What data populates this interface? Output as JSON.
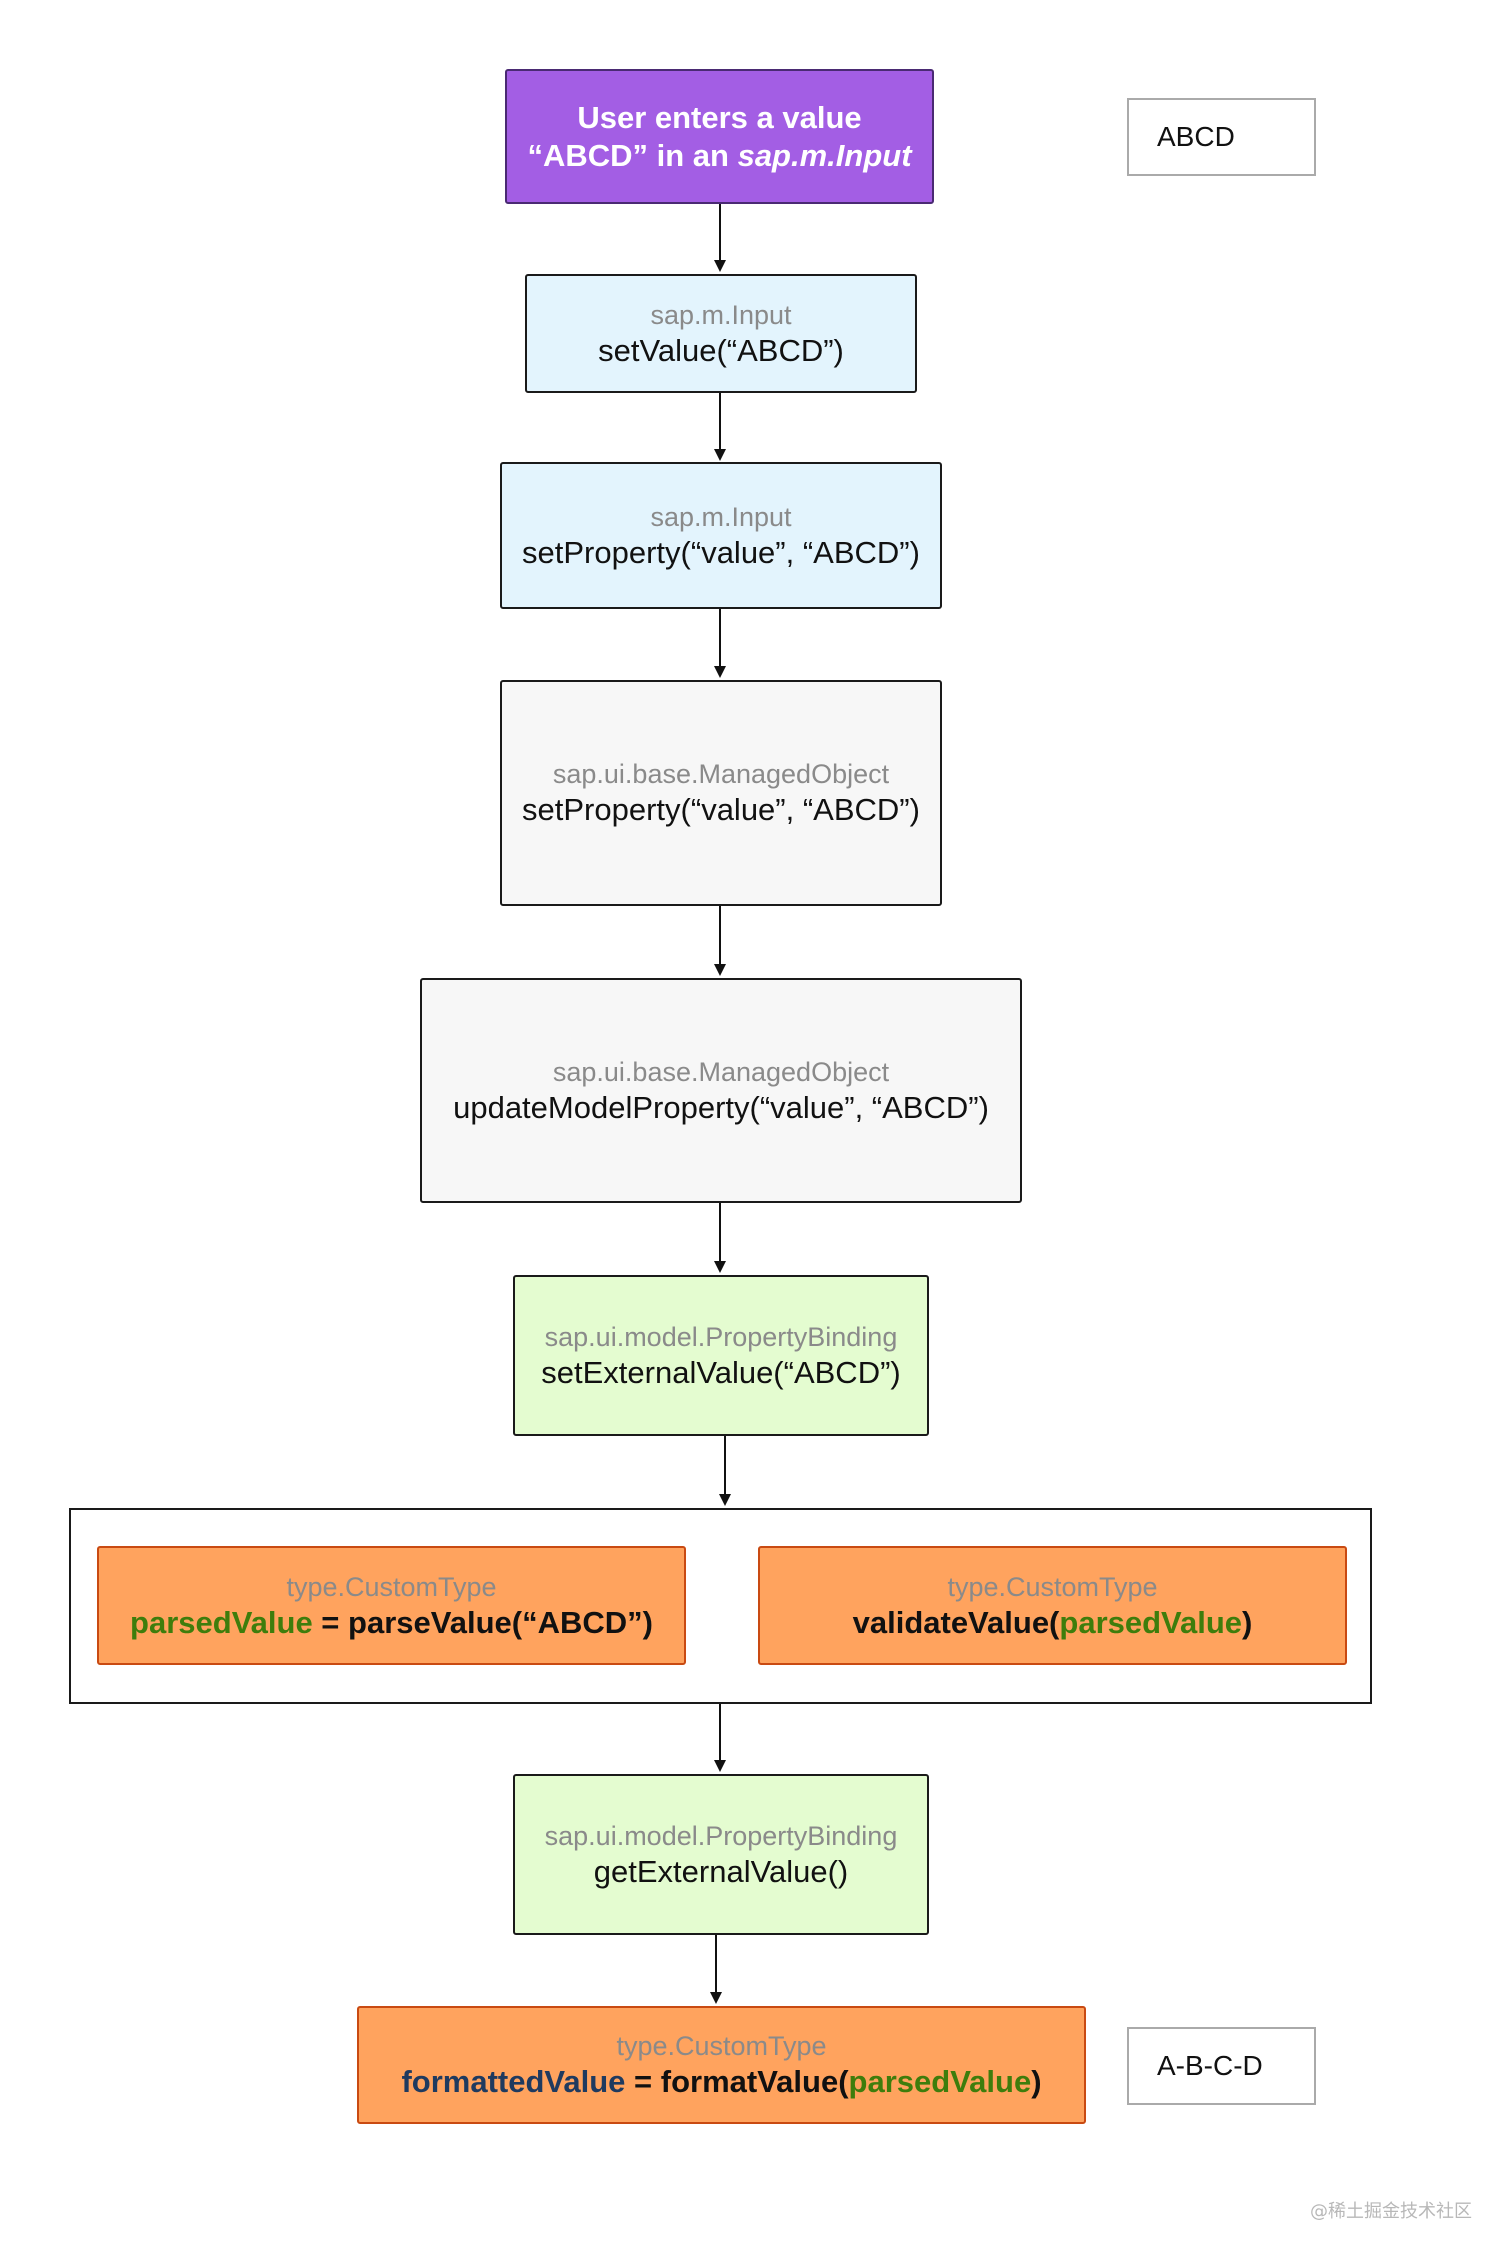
{
  "nodes": {
    "start": {
      "text_1": "User enters a value",
      "text_2a": "“ABCD” in an ",
      "text_2b": "sap.m.Input"
    },
    "set_value": {
      "class_name": "sap.m.Input",
      "call": "setValue(“ABCD”)"
    },
    "set_property_input": {
      "class_name": "sap.m.Input",
      "call": "setProperty(“value”, “ABCD”)"
    },
    "set_property_managed": {
      "class_name": "sap.ui.base.ManagedObject",
      "call": "setProperty(“value”, “ABCD”)"
    },
    "update_model_property": {
      "class_name": "sap.ui.base.ManagedObject",
      "call": "updateModelProperty(“value”, “ABCD”)"
    },
    "set_external_value": {
      "class_name": "sap.ui.model.PropertyBinding",
      "call": "setExternalValue(“ABCD”)"
    },
    "parse_value": {
      "class_name": "type.CustomType",
      "result_var": "parsedValue",
      "assign": " = ",
      "call": "parseValue(“ABCD”)"
    },
    "validate_value": {
      "class_name": "type.CustomType",
      "call_open": "validateValue(",
      "arg": "parsedValue",
      "call_close": ")"
    },
    "get_external_value": {
      "class_name": "sap.ui.model.PropertyBinding",
      "call": "getExternalValue()"
    },
    "format_value": {
      "class_name": "type.CustomType",
      "result_var": "formattedValue",
      "assign": " = ",
      "call_open": "formatValue(",
      "arg": "parsedValue",
      "call_close": ")"
    }
  },
  "side_values": {
    "input_value": "ABCD",
    "output_value": "A-B-C-D"
  },
  "watermark": "@稀土掘金技术社区",
  "colors": {
    "purple": "#a35ee4",
    "blue": "#e3f4fd",
    "gray": "#f7f7f7",
    "light_green": "#e4fcd0",
    "orange": "#ffa35e",
    "green_text": "#3e7d0c",
    "navy_text": "#1f3a5f"
  }
}
